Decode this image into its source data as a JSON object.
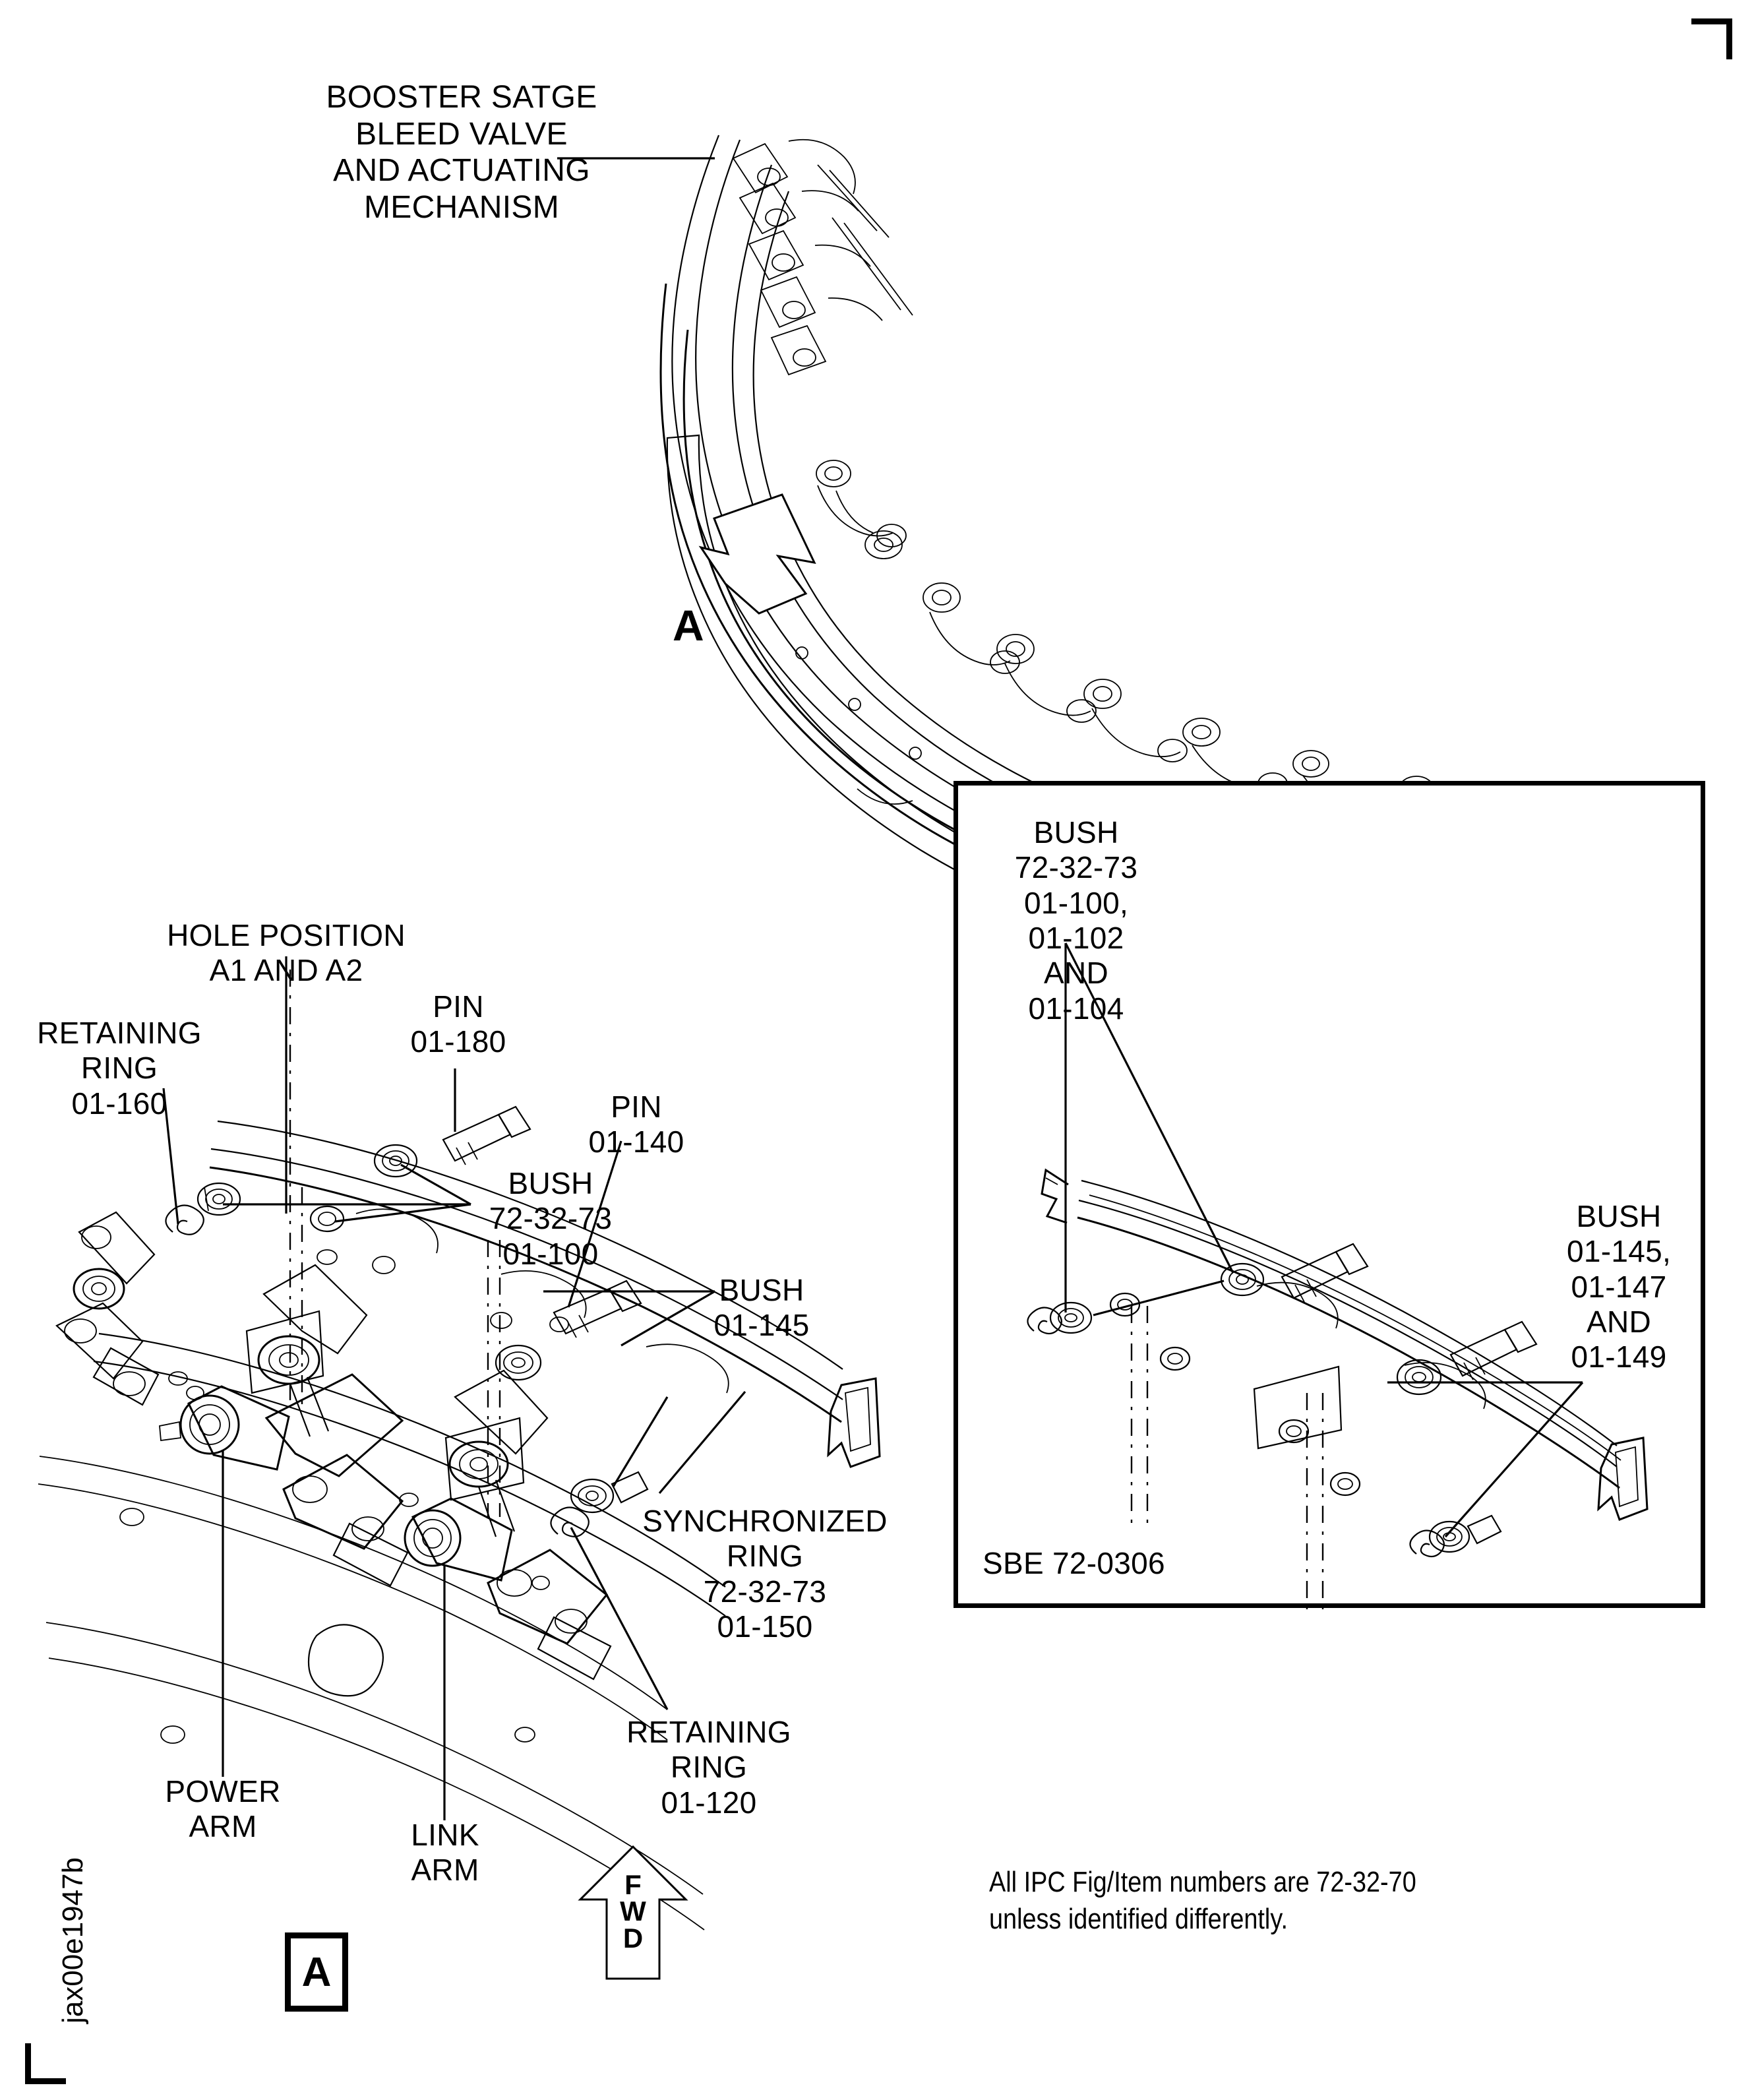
{
  "document": {
    "sheet_code": "jax00e1947b",
    "footer_note": "All IPC Fig/Item numbers are 72-32-70\nunless identified differently."
  },
  "top_view": {
    "title": "BOOSTER SATGE\nBLEED VALVE\nAND ACTUATING\nMECHANISM",
    "view_arrow_label": "A"
  },
  "detail_view": {
    "view_marker": "A",
    "direction_marker": {
      "letters": [
        "F",
        "W",
        "D"
      ],
      "text": "FWD"
    },
    "callouts": [
      {
        "id": "hole-position",
        "text": "HOLE POSITION\nA1 AND A2"
      },
      {
        "id": "retaining-ring-160",
        "text": "RETAINING\nRING\n01-160"
      },
      {
        "id": "pin-180",
        "text": "PIN\n01-180"
      },
      {
        "id": "pin-140",
        "text": "PIN\n01-140"
      },
      {
        "id": "bush-100",
        "text": "BUSH\n72-32-73\n01-100"
      },
      {
        "id": "bush-145",
        "text": "BUSH\n01-145"
      },
      {
        "id": "synchronized-ring",
        "text": "SYNCHRONIZED\nRING\n72-32-73\n01-150"
      },
      {
        "id": "retaining-ring-120",
        "text": "RETAINING\nRING\n01-120"
      },
      {
        "id": "power-arm",
        "text": "POWER\nARM"
      },
      {
        "id": "link-arm",
        "text": "LINK\nARM"
      }
    ]
  },
  "inset_view": {
    "reference": "SBE 72-0306",
    "callouts": [
      {
        "id": "inset-bush-left",
        "text": "BUSH\n72-32-73\n01-100,\n01-102\nAND\n01-104"
      },
      {
        "id": "inset-bush-right",
        "text": "BUSH\n01-145,\n01-147\nAND\n01-149"
      }
    ]
  }
}
